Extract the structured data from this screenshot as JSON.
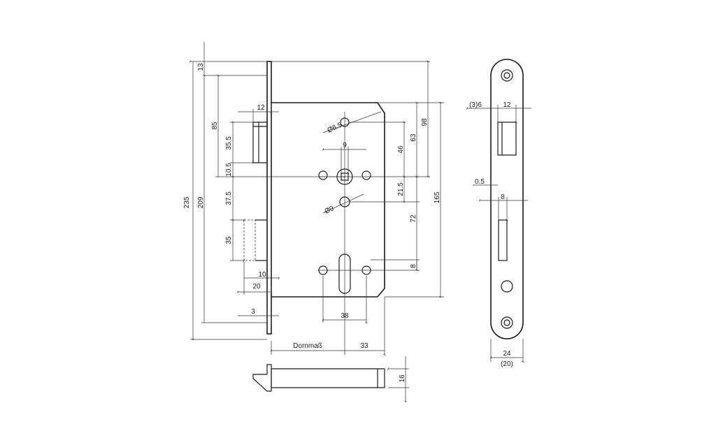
{
  "labels": {
    "d13": "13",
    "d235": "235",
    "d209": "209",
    "d85": "85",
    "d35_5": "35.5",
    "d10_5": "10.5",
    "d37_5": "37.5",
    "d35": "35",
    "d12": "12",
    "d10": "10",
    "d20": "20",
    "d3": "3",
    "d6_5": "Ø6.5",
    "d9": "9",
    "d9dia": "Ø9",
    "d46": "46",
    "d63": "63",
    "d98": "98",
    "d21_5": "21.5",
    "d72": "72",
    "d8": "8",
    "d165": "165",
    "d38": "38",
    "dornmass": "Dornmaß",
    "d33": "33",
    "d16": "16",
    "fp_3_6": "(3)6",
    "fp_12": "12",
    "fp_0_5": "0.5",
    "fp_8": "8",
    "fp_24": "24",
    "fp_20": "(20)"
  }
}
